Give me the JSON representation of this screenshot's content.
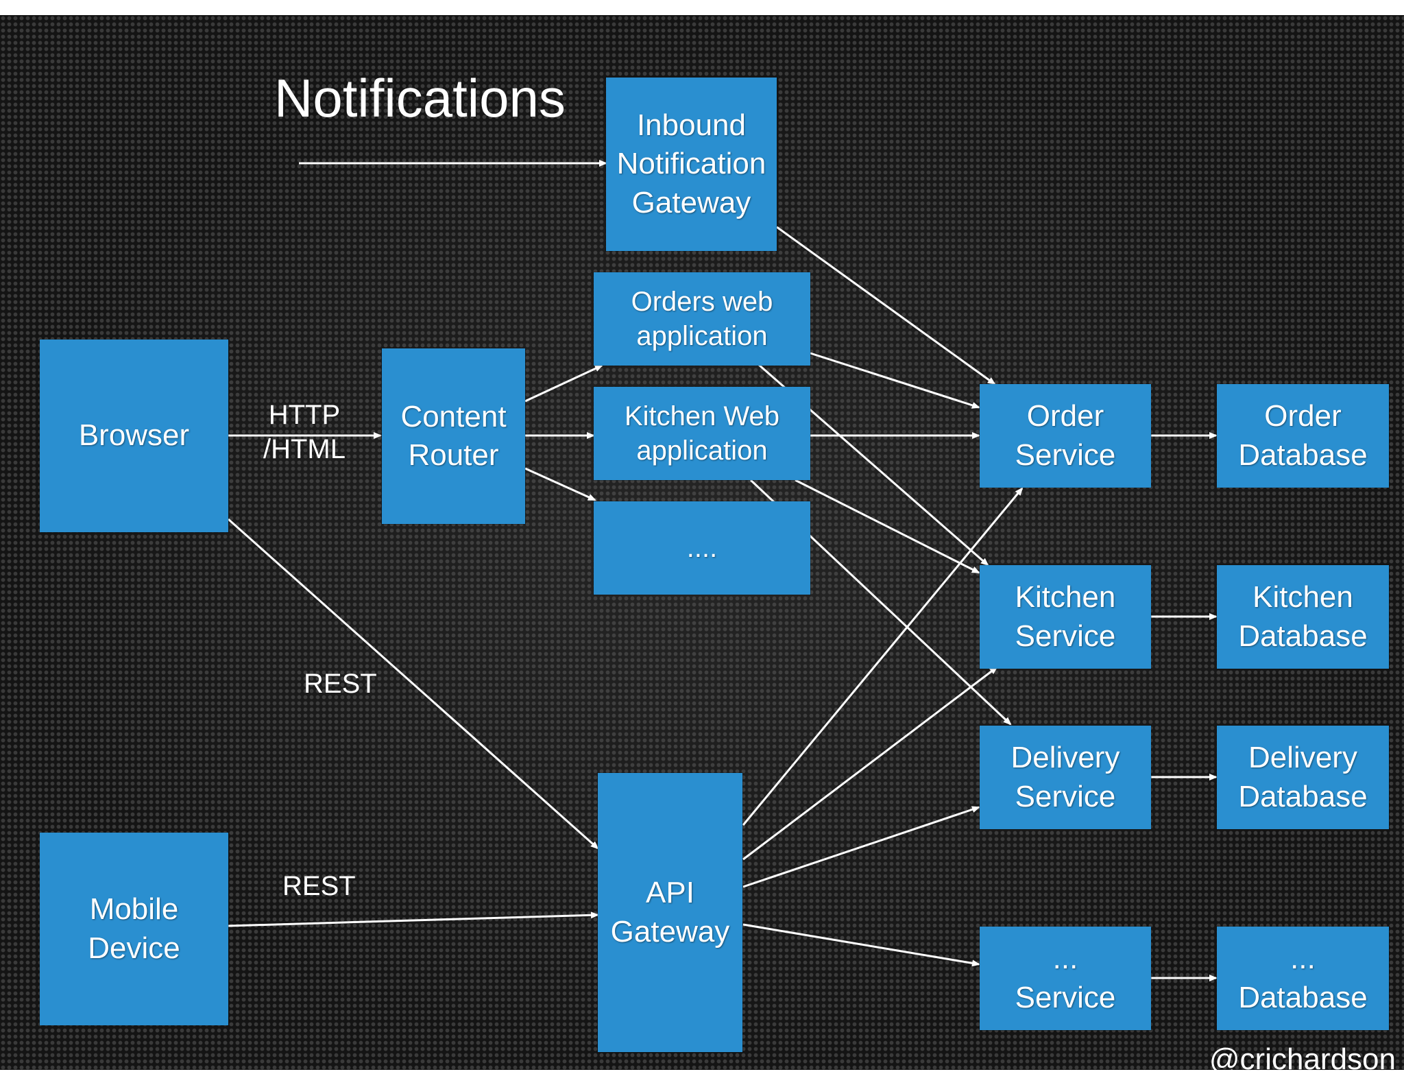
{
  "title": "Notifications",
  "boxes": {
    "inbound_gateway": "Inbound\nNotification\nGateway",
    "orders_web": "Orders web\napplication",
    "kitchen_web": "Kitchen Web\napplication",
    "more_web": "....",
    "browser": "Browser",
    "content_router": "Content\nRouter",
    "mobile": "Mobile\nDevice",
    "api_gateway": "API\nGateway",
    "order_service": "Order\nService",
    "kitchen_service": "Kitchen\nService",
    "delivery_service": "Delivery\nService",
    "more_service": "...\nService",
    "order_db": "Order\nDatabase",
    "kitchen_db": "Kitchen\nDatabase",
    "delivery_db": "Delivery\nDatabase",
    "more_db": "...\nDatabase"
  },
  "labels": {
    "http_html": "HTTP\n/HTML",
    "rest_browser": "REST",
    "rest_mobile": "REST"
  },
  "credit": "@crichardson",
  "colors": {
    "box": "#2a8fd0",
    "background": "#141414",
    "arrow": "#ffffff"
  }
}
